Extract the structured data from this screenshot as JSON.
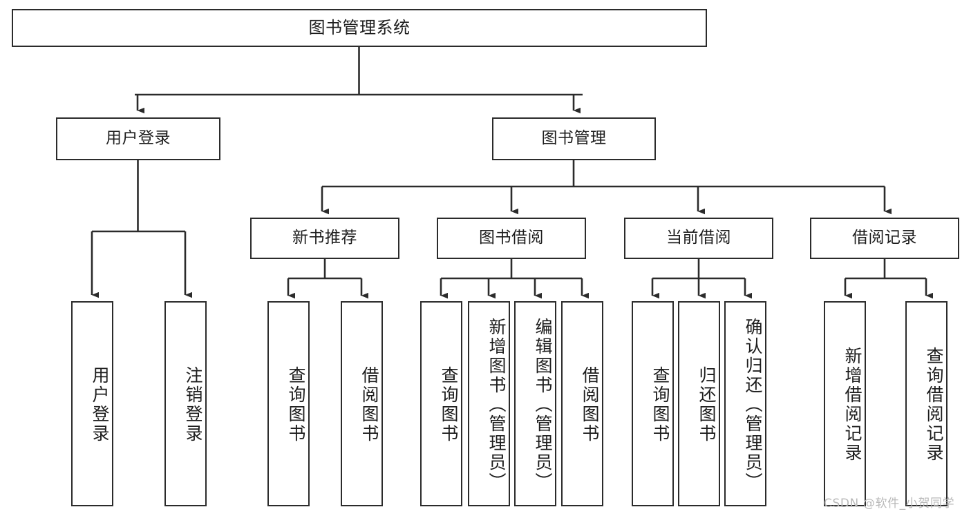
{
  "diagram": {
    "title": "图书管理系统",
    "type": "tree-hierarchy-diagram",
    "colors": {
      "box_border": "#2b2b2b",
      "box_fill": "#ffffff",
      "connector": "#2b2b2b",
      "text": "#1d1d1d",
      "watermark": "#b9b9b9",
      "background": "#ffffff"
    }
  },
  "root": {
    "label": "图书管理系统"
  },
  "level2": [
    {
      "label": "用户登录"
    },
    {
      "label": "图书管理"
    }
  ],
  "level3": [
    {
      "label": "新书推荐"
    },
    {
      "label": "图书借阅"
    },
    {
      "label": "当前借阅"
    },
    {
      "label": "借阅记录"
    }
  ],
  "leaves": {
    "user_login": [
      {
        "label": "用户登录"
      },
      {
        "label": "注销登录"
      }
    ],
    "new_book_recommend": [
      {
        "label": "查询图书"
      },
      {
        "label": "借阅图书"
      }
    ],
    "book_borrow": [
      {
        "label": "查询图书"
      },
      {
        "label": "新增图书（管理员）"
      },
      {
        "label": "编辑图书（管理员）"
      },
      {
        "label": "借阅图书"
      }
    ],
    "current_borrow": [
      {
        "label": "查询图书"
      },
      {
        "label": "归还图书"
      },
      {
        "label": "确认归还（管理员）"
      }
    ],
    "borrow_record": [
      {
        "label": "新增借阅记录"
      },
      {
        "label": "查询借阅记录"
      }
    ]
  },
  "watermark": {
    "text": "CSDN @软件_小贺同学"
  }
}
